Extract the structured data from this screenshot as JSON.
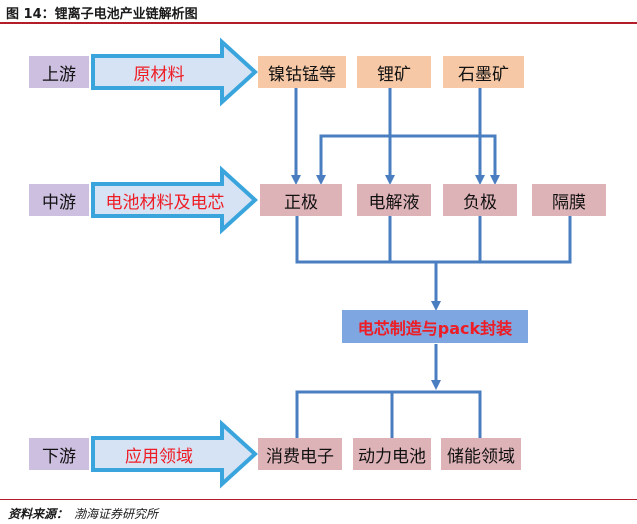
{
  "figure": {
    "title": "图 14：锂离子电池产业链解析图"
  },
  "colors": {
    "stage_bg": "#cdbfe0",
    "upstream_node_bg": "#f6c8a6",
    "midstream_node_bg": "#deb3b8",
    "process_bg": "#7ea6e0",
    "arrow_fill": "#d6e3f4",
    "arrow_stroke": "#3aa5dd",
    "connector": "#4a7ec0",
    "label_red": "#ee1c25",
    "rule": "#b31d2a"
  },
  "stages": {
    "upstream": "上游",
    "midstream": "中游",
    "downstream": "下游"
  },
  "arrow_labels": {
    "upstream": "原材料",
    "midstream": "电池材料及电芯",
    "downstream": "应用领域"
  },
  "upstream_nodes": {
    "nickel_cobalt_manganese": "镍钴锰等",
    "lithium_ore": "锂矿",
    "graphite_ore": "石墨矿"
  },
  "midstream_nodes": {
    "cathode": "正极",
    "electrolyte": "电解液",
    "anode": "负极",
    "separator": "隔膜"
  },
  "process": {
    "cell_manufacturing": "电芯制造与pack封装"
  },
  "downstream_nodes": {
    "consumer_electronics": "消费电子",
    "power_battery": "动力电池",
    "energy_storage": "储能领域"
  },
  "source": {
    "label": "资料来源：",
    "text": "渤海证券研究所"
  }
}
